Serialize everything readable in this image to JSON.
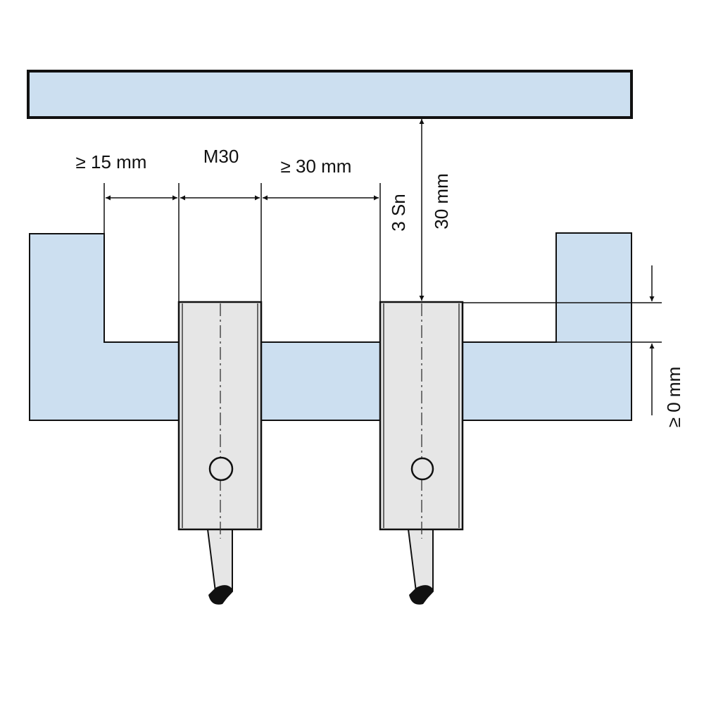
{
  "labels": {
    "gap_left": "≥ 15 mm",
    "sensor_size": "M30",
    "gap_between": "≥ 30 mm",
    "sensing_3sn": "3 Sn",
    "target_distance": "30 mm",
    "flush_depth": "≥ 0 mm"
  },
  "colors": {
    "mount_fill": "#ccdff0",
    "sensor_fill": "#e6e6e6",
    "line": "#111111"
  }
}
